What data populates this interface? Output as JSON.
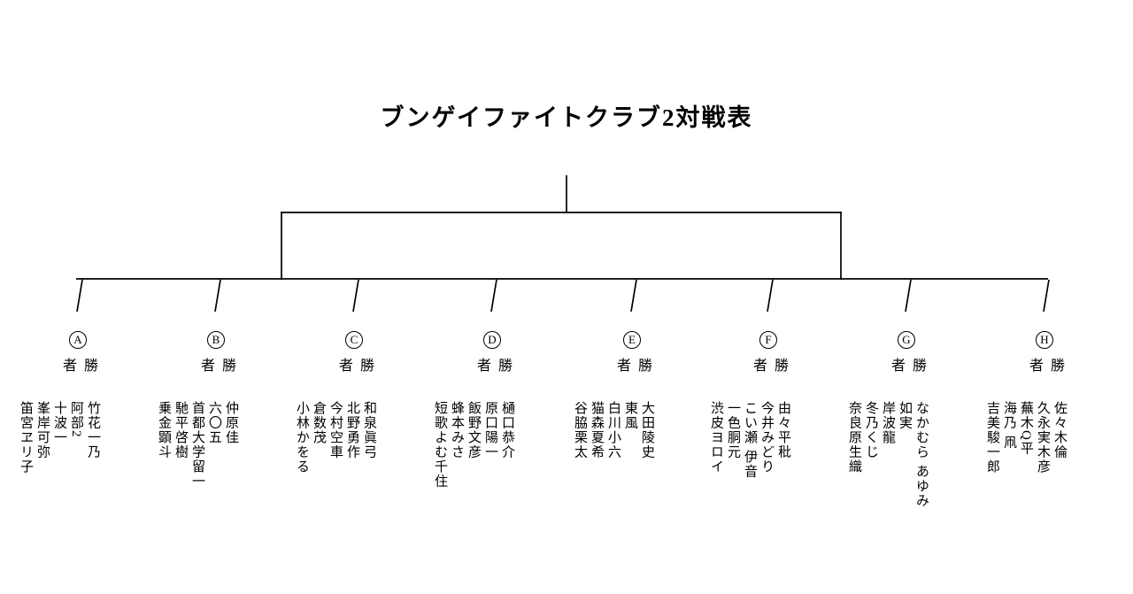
{
  "title": "ブンゲイファイトクラブ2対戦表",
  "line_color": "#000000",
  "groups": [
    {
      "label": "A",
      "winner": "勝者",
      "names": [
        "竹花一乃",
        "阿部2",
        "十波一",
        "峯岸可弥",
        "笛宮ヱリ子"
      ]
    },
    {
      "label": "B",
      "winner": "勝者",
      "names": [
        "仲原佳",
        "六〇五",
        "首都大学留一",
        "馳平啓樹",
        "乗金顕斗"
      ]
    },
    {
      "label": "C",
      "winner": "勝者",
      "names": [
        "和泉眞弓",
        "北野勇作",
        "今村空車",
        "倉数茂",
        "小林かをる"
      ]
    },
    {
      "label": "D",
      "winner": "勝者",
      "names": [
        "樋口恭介",
        "原口陽一",
        "飯野文彦",
        "蜂本みさ",
        "短歌よむ千住"
      ]
    },
    {
      "label": "E",
      "winner": "勝者",
      "names": [
        "大田陵史",
        "東風",
        "白川小六",
        "猫森夏希",
        "谷脇栗太"
      ]
    },
    {
      "label": "F",
      "winner": "勝者",
      "names": [
        "由々平秕",
        "今井みどり",
        "こい瀬 伊音",
        "一色胴元",
        "渋皮ヨロイ"
      ]
    },
    {
      "label": "G",
      "winner": "勝者",
      "names": [
        "なかむら あゆみ",
        "如実",
        "岸波龍",
        "冬乃くじ",
        "奈良原生織"
      ]
    },
    {
      "label": "H",
      "winner": "勝者",
      "names": [
        "佐々木倫",
        "久永実木彦",
        "蕪木Q平",
        "海乃 凧",
        "吉美駿一郎"
      ]
    }
  ]
}
